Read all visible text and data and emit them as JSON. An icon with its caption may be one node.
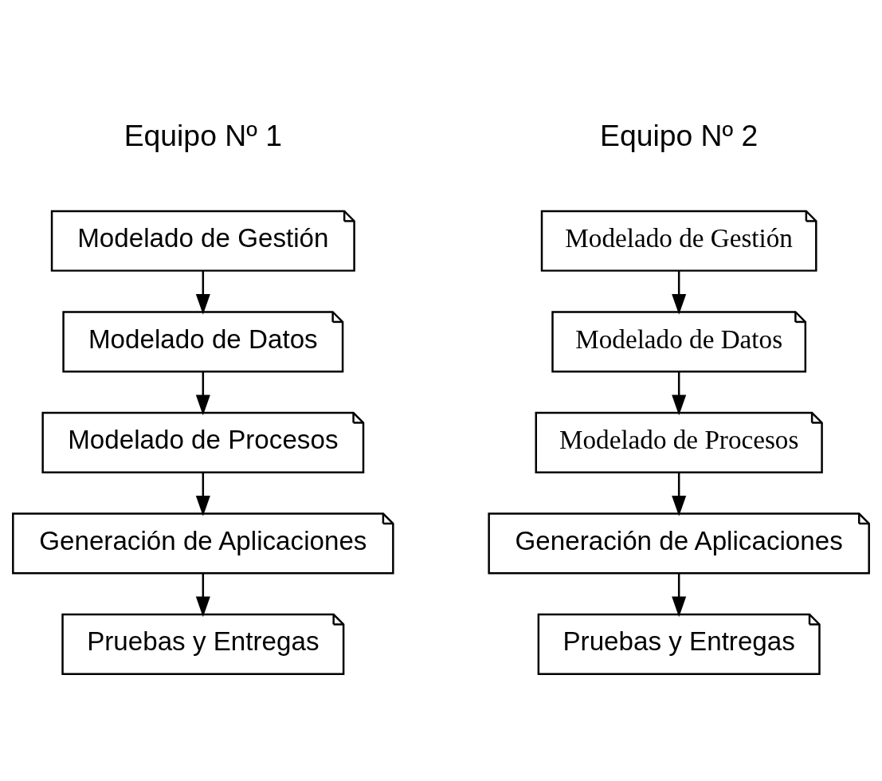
{
  "diagram": {
    "nodes": [
      {
        "text": [
          "Modelado de Gestión"
        ]
      },
      {
        "text": [
          "Modelado de Datos"
        ]
      },
      {
        "text": [
          "Modelado de Procesos"
        ]
      },
      {
        "text": [
          "Generación de Aplicaciones"
        ]
      },
      {
        "text": [
          "Pruebas y Entregas"
        ]
      },
      {
        "text": [
          "Modelado de Gestión"
        ]
      },
      {
        "text": [
          "Modelado de Datos"
        ]
      },
      {
        "text": [
          "Modelado de Procesos"
        ]
      },
      {
        "text": [
          "Generación de Aplicaciones"
        ]
      },
      {
        "text": [
          "Pruebas y Entregas"
        ]
      }
    ],
    "edges": [
      {
        "from": 0,
        "to": 1,
        "arrow": "to"
      },
      {
        "from": 1,
        "to": 2,
        "arrow": "to"
      },
      {
        "from": 2,
        "to": 3,
        "arrow": "to"
      },
      {
        "from": 3,
        "to": 4,
        "arrow": "to"
      },
      {
        "from": 5,
        "to": 6,
        "arrow": "to"
      },
      {
        "from": 6,
        "to": 7,
        "arrow": "to"
      },
      {
        "from": 7,
        "to": 8,
        "arrow": "to"
      },
      {
        "from": 8,
        "to": 9,
        "arrow": "to"
      }
    ],
    "labels": [
      "Equipo Nº 1",
      "Equipo Nº 2"
    ]
  }
}
